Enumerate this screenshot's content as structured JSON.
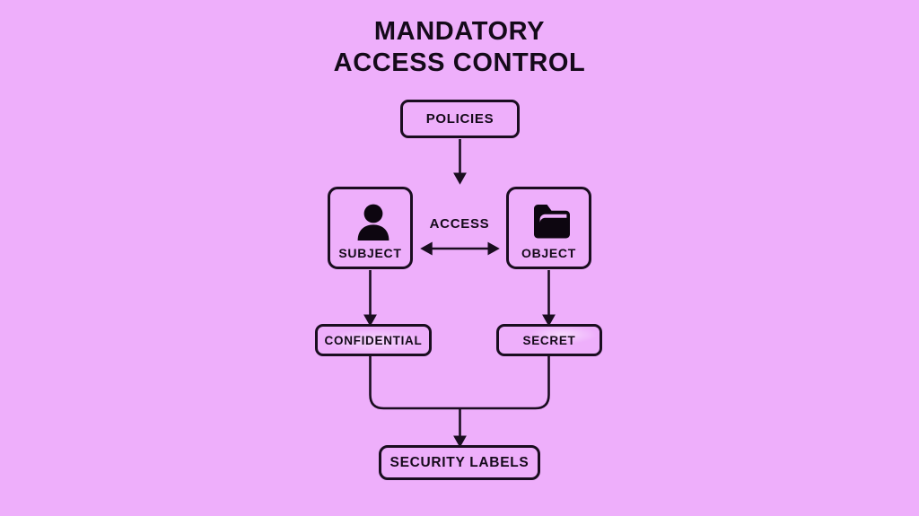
{
  "diagram": {
    "title_line1": "MANDATORY",
    "title_line2": "ACCESS CONTROL",
    "background_color": "#eeaffb",
    "ink_color": "#1a0d20",
    "nodes": {
      "policies": {
        "label": "POLICIES"
      },
      "subject": {
        "label": "SUBJECT",
        "icon": "person-icon"
      },
      "object": {
        "label": "OBJECT",
        "icon": "folder-icon"
      },
      "confidential": {
        "label": "CONFIDENTIAL"
      },
      "secret": {
        "label": "SECRET"
      },
      "security_labels": {
        "label": "SECURITY LABELS"
      }
    },
    "connectors": {
      "access": {
        "label": "ACCESS",
        "kind": "bidirectional-arrow"
      },
      "policies_to_subject": {
        "kind": "arrow-down"
      },
      "subject_to_confidential": {
        "kind": "arrow-down"
      },
      "object_to_secret": {
        "kind": "arrow-down"
      },
      "levels_to_security_labels": {
        "kind": "merge-arrow-down"
      }
    }
  }
}
